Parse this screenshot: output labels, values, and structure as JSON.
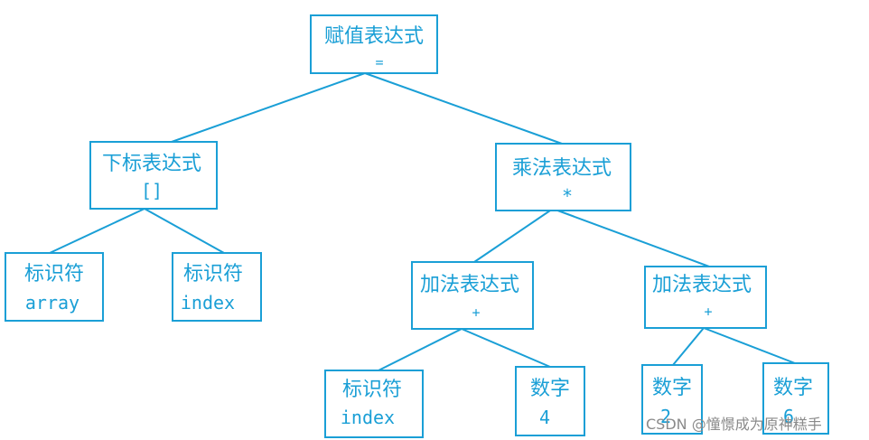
{
  "tree": {
    "root": {
      "title": "赋值表达式",
      "op": "="
    },
    "subscript": {
      "title": "下标表达式",
      "op": "[]"
    },
    "multiply": {
      "title": "乘法表达式",
      "op": "*"
    },
    "ident_array": {
      "title": "标识符",
      "op": "array"
    },
    "ident_index": {
      "title": "标识符",
      "op": "index"
    },
    "add_left": {
      "title": "加法表达式",
      "op": "+"
    },
    "add_right": {
      "title": "加法表达式",
      "op": "+"
    },
    "ident_index2": {
      "title": "标识符",
      "op": "index"
    },
    "num_4": {
      "title": "数字",
      "op": "4"
    },
    "num_2": {
      "title": "数字",
      "op": "2"
    },
    "num_6": {
      "title": "数字",
      "op": "6"
    }
  },
  "watermark": "CSDN @憧憬成为原神糕手",
  "colors": {
    "line": "#1a9fd6",
    "watermark": "#8a8a8a"
  }
}
